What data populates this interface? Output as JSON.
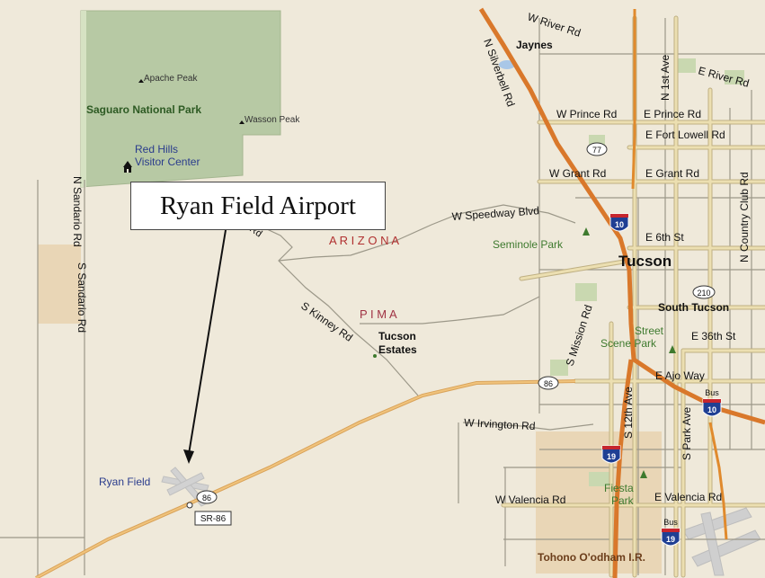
{
  "map": {
    "colors": {
      "land": "#efe9da",
      "park": "#b7c9a4",
      "park_light": "#d6e2c3",
      "tan_area": "#e9d6b6",
      "road_minor": "#9c9889",
      "arterial": "#e9d9a6",
      "highway": "#e08a2d",
      "water": "#a9c7e7",
      "label_text": "#111111",
      "park_label": "#2d5a23",
      "state_label": "#b03030",
      "county_label": "#a03344",
      "poi_label": "#2a3c8c",
      "green_label": "#3e7a2e"
    },
    "callout": {
      "text": "Ryan Field Airport"
    },
    "region_labels": {
      "state": "A R I Z O N A",
      "county": "P I M A"
    },
    "places": {
      "tucson": "Tucson",
      "south_tucson": "South Tucson",
      "tucson_estates_1": "Tucson",
      "tucson_estates_2": "Estates",
      "jaynes": "Jaynes",
      "ryan_field": "Ryan Field",
      "tohono": "Tohono O'odham I.R."
    },
    "parks": {
      "saguaro": "Saguaro National Park",
      "apache_peak": "Apache Peak",
      "wasson_peak": "Wasson Peak",
      "red_hills_1": "Red Hills",
      "red_hills_2": "Visitor Center",
      "seminole": "Seminole Park",
      "street_scene_1": "Street",
      "street_scene_2": "Scene Park",
      "fiesta_1": "Fiesta",
      "fiesta_2": "Park"
    },
    "roads": {
      "w_river": "W River Rd",
      "e_river": "E River Rd",
      "n_silverbell": "N Silverbell Rd",
      "n_1st": "N 1st Ave",
      "w_prince": "W Prince Rd",
      "e_prince": "E Prince Rd",
      "e_fort_lowell": "E Fort Lowell Rd",
      "w_grant": "W Grant Rd",
      "e_grant": "E Grant Rd",
      "n_country_club": "N Country Club Rd",
      "w_speedway": "W Speedway Blvd",
      "e_6th": "E 6th St",
      "n_sandario": "N Sandario Rd",
      "s_sandario": "S Sandario Rd",
      "s_kinney": "S Kinney Rd",
      "s_mission": "S Mission Rd",
      "e_36th": "E 36th St",
      "e_ajo": "E Ajo Way",
      "w_irvington": "W Irvington Rd",
      "s_12th": "S 12th Ave",
      "s_park": "S Park Ave",
      "w_valencia": "W Valencia Rd",
      "e_valencia": "E Valencia Rd",
      "rd_fragment": "Rd"
    },
    "shields": {
      "i10": "10",
      "i19": "19",
      "r77": "77",
      "r86": "86",
      "r210": "210",
      "sr86": "SR-86",
      "bus": "Bus"
    }
  }
}
